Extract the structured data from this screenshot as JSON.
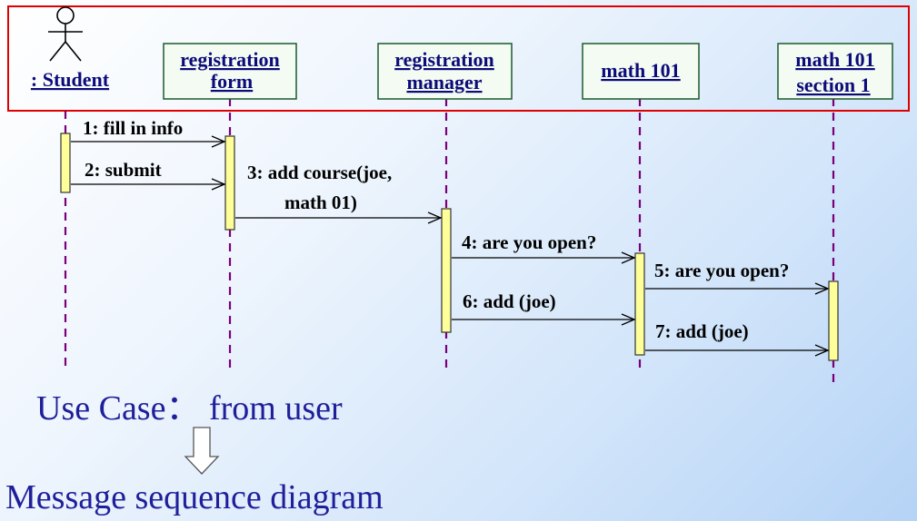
{
  "objects": [
    {
      "id": "student",
      "lines": [
        ": Student"
      ],
      "kind": "actor"
    },
    {
      "id": "form",
      "lines": [
        "registration",
        "form"
      ],
      "kind": "box"
    },
    {
      "id": "manager",
      "lines": [
        "registration",
        "manager"
      ],
      "kind": "box"
    },
    {
      "id": "math101",
      "lines": [
        "math 101"
      ],
      "kind": "box"
    },
    {
      "id": "section1",
      "lines": [
        "math 101",
        "section 1"
      ],
      "kind": "box"
    }
  ],
  "messages": [
    {
      "id": "m1",
      "from": "student",
      "to": "form",
      "label": [
        "1: fill in info"
      ]
    },
    {
      "id": "m2",
      "from": "student",
      "to": "form",
      "label": [
        "2: submit"
      ]
    },
    {
      "id": "m3",
      "from": "form",
      "to": "manager",
      "label": [
        "3: add course(joe,",
        "math 01)"
      ]
    },
    {
      "id": "m4",
      "from": "manager",
      "to": "math101",
      "label": [
        "4: are you open?"
      ]
    },
    {
      "id": "m5",
      "from": "math101",
      "to": "section1",
      "label": [
        "5: are you open?"
      ]
    },
    {
      "id": "m6",
      "from": "manager",
      "to": "math101",
      "label": [
        "6: add (joe)"
      ]
    },
    {
      "id": "m7",
      "from": "math101",
      "to": "section1",
      "label": [
        "7: add (joe)"
      ]
    }
  ],
  "captions": {
    "use_case": "Use Case： from user",
    "result": "Message sequence diagram"
  },
  "colors": {
    "lifeline": "#7a007a",
    "box_border": "#1a5a2a",
    "box_fill": "#f4fbf2",
    "activation": "#ffff99",
    "highlight_border": "#e00000",
    "caption": "#1f1f9a"
  },
  "icons": [
    "actor-stick-figure-icon",
    "hollow-down-arrow-icon"
  ]
}
